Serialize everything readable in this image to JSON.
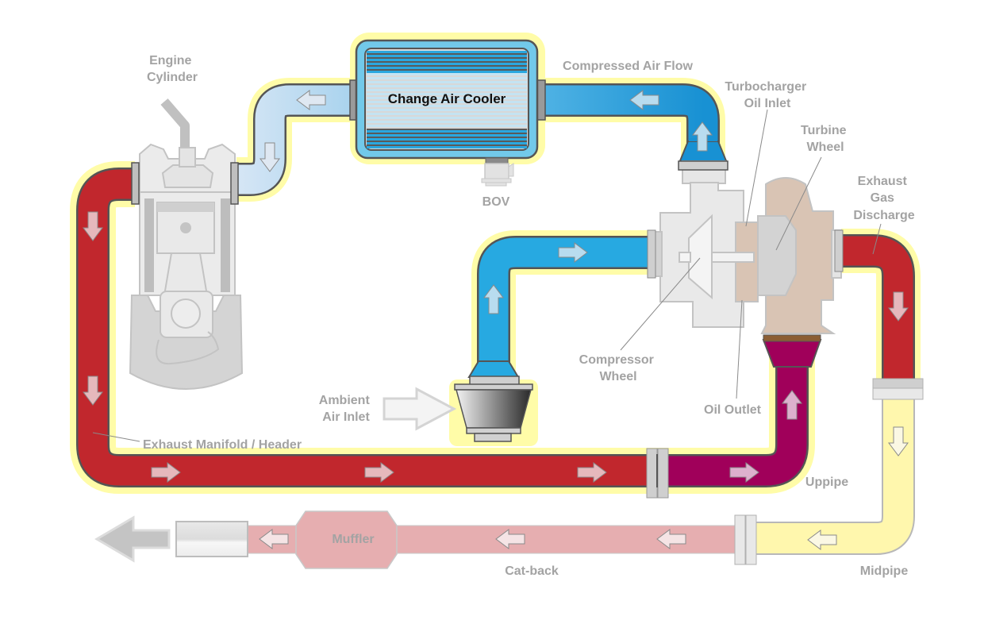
{
  "title": "Turbocharger Air and Exhaust Flow Diagram",
  "colors": {
    "exhaust_hot": "#c1272d",
    "uppipe": "#a0005a",
    "compressed_air": "#1f97d6",
    "intake_air": "#27a9e1",
    "cooled_air": "#c6dff2",
    "midpipe": "#fff7ad",
    "catback": "#e6aeb0",
    "halo": "#fffca8",
    "label": "#a3a3a3"
  },
  "labels": {
    "engine_cylinder": [
      "Engine",
      "Cylinder"
    ],
    "charge_air_cooler": "Change Air Cooler",
    "bov": "BOV",
    "compressed_air_flow": "Compressed Air Flow",
    "turbo_oil_inlet": [
      "Turbocharger",
      "Oil Inlet"
    ],
    "turbine_wheel": [
      "Turbine",
      "Wheel"
    ],
    "exhaust_gas_discharge": [
      "Exhaust",
      "Gas",
      "Discharge"
    ],
    "compressor_wheel": [
      "Compressor",
      "Wheel"
    ],
    "oil_outlet": "Oil Outlet",
    "ambient_air_inlet": [
      "Ambient",
      "Air Inlet"
    ],
    "exhaust_manifold": "Exhaust Manifold / Header",
    "uppipe": "Uppipe",
    "muffler": "Muffler",
    "cat_back": "Cat-back",
    "midpipe": "Midpipe"
  },
  "flow_arrows": [
    {
      "segment": "cooled-air",
      "direction": "left"
    },
    {
      "segment": "cooled-air",
      "direction": "down"
    },
    {
      "segment": "compressed-air",
      "direction": "left"
    },
    {
      "segment": "compressed-air",
      "direction": "up"
    },
    {
      "segment": "intake",
      "direction": "up"
    },
    {
      "segment": "intake",
      "direction": "right"
    },
    {
      "segment": "exhaust-manifold",
      "direction": "down"
    },
    {
      "segment": "exhaust-manifold",
      "direction": "down"
    },
    {
      "segment": "exhaust-manifold",
      "direction": "right"
    },
    {
      "segment": "exhaust-manifold",
      "direction": "right"
    },
    {
      "segment": "exhaust-manifold",
      "direction": "right"
    },
    {
      "segment": "uppipe",
      "direction": "right"
    },
    {
      "segment": "uppipe",
      "direction": "up"
    },
    {
      "segment": "downpipe",
      "direction": "down"
    },
    {
      "segment": "midpipe",
      "direction": "down"
    },
    {
      "segment": "midpipe",
      "direction": "left"
    },
    {
      "segment": "cat-back",
      "direction": "left"
    },
    {
      "segment": "cat-back",
      "direction": "left"
    },
    {
      "segment": "cat-back",
      "direction": "left"
    },
    {
      "segment": "tailpipe",
      "direction": "left"
    }
  ]
}
